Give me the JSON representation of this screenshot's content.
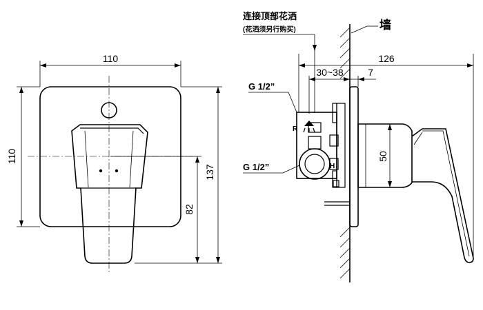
{
  "dimensions": {
    "front_width": "110",
    "front_height": "110",
    "handle_drop": "82",
    "overall_height": "137",
    "depth_overall": "126",
    "depth_range": "30~38",
    "plate_offset": "7",
    "handle_height": "50"
  },
  "labels": {
    "shower_connect": "连接顶部花洒",
    "shower_note": "(花洒须另行购买)",
    "wall": "墙",
    "thread_top": "G 1/2”",
    "thread_bottom": "G 1/2”",
    "marking_r": "R",
    "marking_h": "H"
  }
}
